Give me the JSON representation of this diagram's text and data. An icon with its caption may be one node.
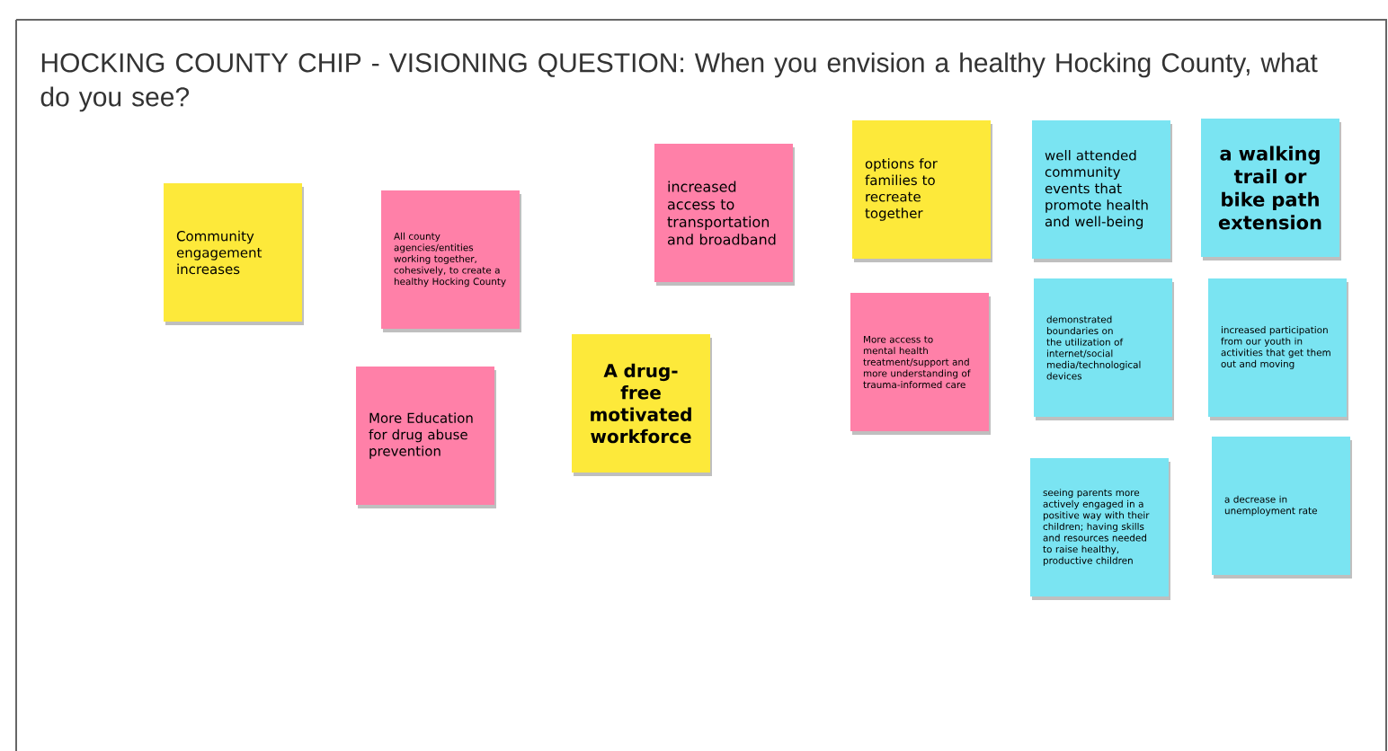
{
  "diagram": {
    "title": "HOCKING COUNTY CHIP - VISIONING QUESTION: When you envision a healthy Hocking County, what do you see?",
    "nodes": [
      {
        "text": [
          "Community engagement increases"
        ]
      },
      {
        "text": [
          "All county agencies/entities working together, cohesively, to create a healthy Hocking County"
        ]
      },
      {
        "text": [
          "increased access to transportation and broadband"
        ]
      },
      {
        "text": [
          "options for families to recreate together"
        ]
      },
      {
        "text": [
          "well attended community events that promote health and well-being"
        ]
      },
      {
        "text": [
          "a walking trail or bike path extension"
        ]
      },
      {
        "text": [
          "A drug-free motivated workforce"
        ]
      },
      {
        "text": [
          "More Education for drug abuse prevention"
        ]
      },
      {
        "text": [
          "More access to mental health treatment/support and more understanding of trauma-informed care"
        ]
      },
      {
        "text": [
          "demonstrated boundaries on the utilization of internet/social media/technological devices"
        ]
      },
      {
        "text": [
          "increased participation from our youth in activities that get them out and moving"
        ]
      },
      {
        "text": [
          "seeing parents more actively engaged in a positive way with their children; having skills and resources needed to raise healthy, productive children"
        ]
      },
      {
        "text": [
          "a decrease in unemployment rate"
        ]
      }
    ]
  }
}
